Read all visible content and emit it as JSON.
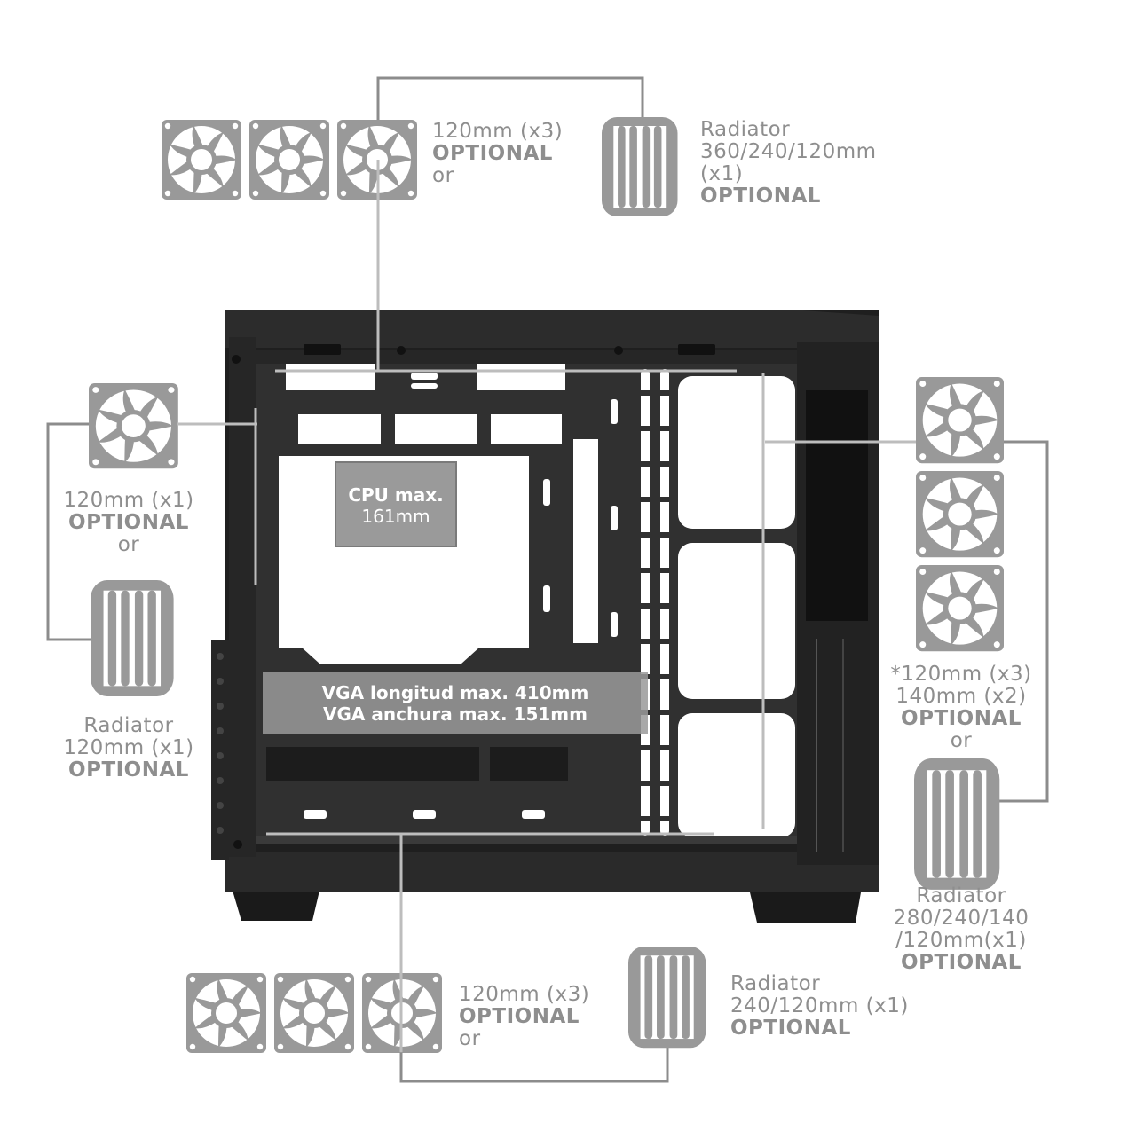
{
  "colors": {
    "icon_gray": "#999999",
    "line_gray": "#8c8c8c",
    "text_gray": "#8e8e8e",
    "case_dark": "#1e1e1e",
    "overlay_gray": "#9a9a9a"
  },
  "icons": [
    "fan-icon",
    "radiator-icon"
  ],
  "top": {
    "fan": {
      "line1": "120mm (x3)",
      "line2": "OPTIONAL",
      "line3": "or"
    },
    "radiator": {
      "line1": "Radiator",
      "line2": "360/240/120mm",
      "line3": "(x1)",
      "line4": "OPTIONAL"
    }
  },
  "left": {
    "fan": {
      "line1": "120mm (x1)",
      "line2": "OPTIONAL",
      "line3": "or"
    },
    "radiator": {
      "line1": "Radiator",
      "line2": "120mm (x1)",
      "line3": "OPTIONAL"
    }
  },
  "right": {
    "fan": {
      "line1": "*120mm (x3)",
      "line2": "140mm (x2)",
      "line3": "OPTIONAL",
      "line4": "or"
    },
    "radiator": {
      "line1": "Radiator",
      "line2": "280/240/140",
      "line3": "/120mm(x1)",
      "line4": "OPTIONAL"
    }
  },
  "bottom": {
    "fan": {
      "line1": "120mm (x3)",
      "line2": "OPTIONAL",
      "line3": "or"
    },
    "radiator": {
      "line1": "Radiator",
      "line2": "240/120mm (x1)",
      "line3": "OPTIONAL"
    }
  },
  "cpu": {
    "line1": "CPU max.",
    "line2": "161mm"
  },
  "vga": {
    "line1": "VGA longitud max. 410mm",
    "line2": "VGA anchura max. 151mm"
  }
}
